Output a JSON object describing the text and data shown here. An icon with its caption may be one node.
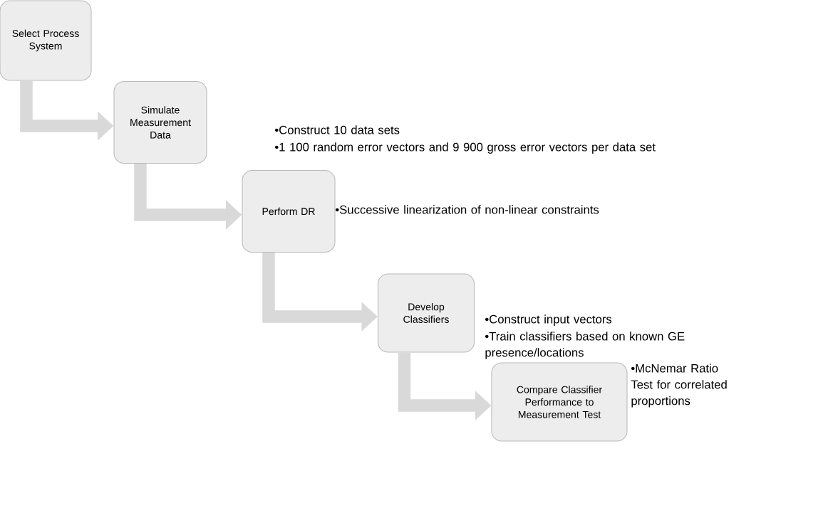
{
  "diagram": {
    "nodes": [
      {
        "text": [
          "Select Process System"
        ]
      },
      {
        "text": [
          "Simulate Measurement Data"
        ],
        "beside": [
          "•Construct 10 data sets",
          "•1 100 random error vectors and 9 900 gross error vectors per data set"
        ]
      },
      {
        "text": [
          "Perform DR"
        ],
        "beside": [
          "•Successive linearization of non-linear constraints"
        ]
      },
      {
        "text": [
          "Develop Classifiers"
        ],
        "beside": [
          "•Construct input vectors",
          "•Train classifiers based on known GE presence/locations"
        ]
      },
      {
        "text": [
          "Compare Classifier Performance to Measurement Test"
        ],
        "beside": [
          "•McNemar Ratio Test for correlated proportions"
        ]
      }
    ],
    "edges": [
      {
        "from": 0,
        "to": 1,
        "arrow": "to"
      },
      {
        "from": 1,
        "to": 2,
        "arrow": "to"
      },
      {
        "from": 2,
        "to": 3,
        "arrow": "to"
      },
      {
        "from": 3,
        "to": 4,
        "arrow": "to"
      }
    ]
  }
}
